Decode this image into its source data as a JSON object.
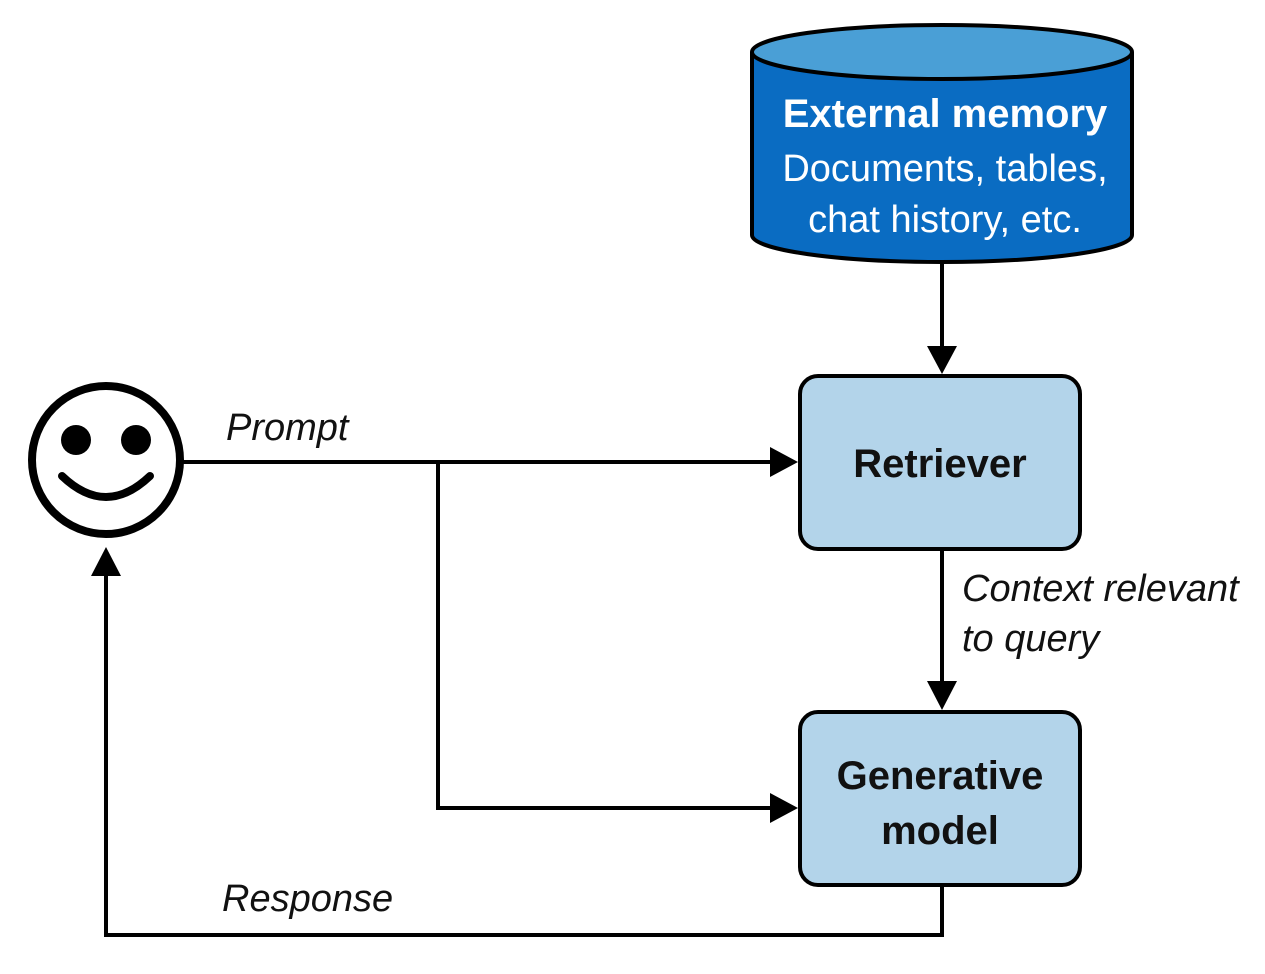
{
  "external_memory": {
    "title": "External memory",
    "line1": "Documents, tables,",
    "line2": "chat history, etc."
  },
  "retriever": {
    "label": "Retriever"
  },
  "generative_model": {
    "line1": "Generative",
    "line2": "model"
  },
  "edges": {
    "prompt": "Prompt",
    "context_line1": "Context relevant",
    "context_line2": "to query",
    "response": "Response"
  },
  "colors": {
    "database_fill": "#0a6cc2",
    "database_top": "#4a9fd6",
    "box_fill": "#b3d4ea",
    "stroke": "#000000"
  },
  "icons": {
    "user": "smiley-face-icon"
  }
}
